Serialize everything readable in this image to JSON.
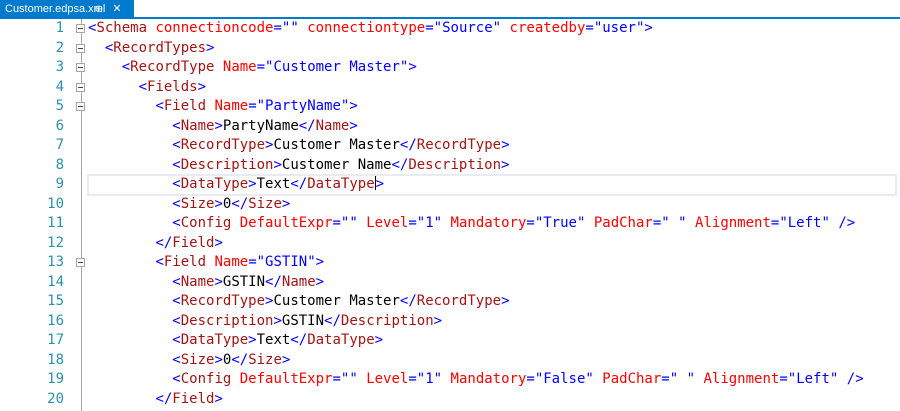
{
  "tab": {
    "title": "Customer.edpsa.xml",
    "pin_glyph": "⊕",
    "close_glyph": "✕"
  },
  "editor": {
    "lines": [
      {
        "n": "1",
        "fold": true,
        "tokens": [
          [
            "delim",
            "<"
          ],
          [
            "tag",
            "Schema"
          ],
          [
            "text",
            " "
          ],
          [
            "attr",
            "connectioncode"
          ],
          [
            "delim",
            "="
          ],
          [
            "val",
            "\"\""
          ],
          [
            "text",
            " "
          ],
          [
            "attr",
            "connectiontype"
          ],
          [
            "delim",
            "="
          ],
          [
            "val",
            "\"Source\""
          ],
          [
            "text",
            " "
          ],
          [
            "attr",
            "createdby"
          ],
          [
            "delim",
            "="
          ],
          [
            "val",
            "\"user\""
          ],
          [
            "delim",
            ">"
          ]
        ]
      },
      {
        "n": "2",
        "fold": true,
        "tokens": [
          [
            "text",
            "  "
          ],
          [
            "delim",
            "<"
          ],
          [
            "tag",
            "RecordTypes"
          ],
          [
            "delim",
            ">"
          ]
        ]
      },
      {
        "n": "3",
        "fold": true,
        "tokens": [
          [
            "text",
            "    "
          ],
          [
            "delim",
            "<"
          ],
          [
            "tag",
            "RecordType"
          ],
          [
            "text",
            " "
          ],
          [
            "attr",
            "Name"
          ],
          [
            "delim",
            "="
          ],
          [
            "val",
            "\"Customer Master\""
          ],
          [
            "delim",
            ">"
          ]
        ]
      },
      {
        "n": "4",
        "fold": true,
        "tokens": [
          [
            "text",
            "      "
          ],
          [
            "delim",
            "<"
          ],
          [
            "tag",
            "Fields"
          ],
          [
            "delim",
            ">"
          ]
        ]
      },
      {
        "n": "5",
        "fold": true,
        "tokens": [
          [
            "text",
            "        "
          ],
          [
            "delim",
            "<"
          ],
          [
            "tag",
            "Field"
          ],
          [
            "text",
            " "
          ],
          [
            "attr",
            "Name"
          ],
          [
            "delim",
            "="
          ],
          [
            "val",
            "\"PartyName\""
          ],
          [
            "delim",
            ">"
          ]
        ]
      },
      {
        "n": "6",
        "fold": false,
        "tokens": [
          [
            "text",
            "          "
          ],
          [
            "delim",
            "<"
          ],
          [
            "tag",
            "Name"
          ],
          [
            "delim",
            ">"
          ],
          [
            "text",
            "PartyName"
          ],
          [
            "delim",
            "</"
          ],
          [
            "tag",
            "Name"
          ],
          [
            "delim",
            ">"
          ]
        ]
      },
      {
        "n": "7",
        "fold": false,
        "tokens": [
          [
            "text",
            "          "
          ],
          [
            "delim",
            "<"
          ],
          [
            "tag",
            "RecordType"
          ],
          [
            "delim",
            ">"
          ],
          [
            "text",
            "Customer Master"
          ],
          [
            "delim",
            "</"
          ],
          [
            "tag",
            "RecordType"
          ],
          [
            "delim",
            ">"
          ]
        ]
      },
      {
        "n": "8",
        "fold": false,
        "tokens": [
          [
            "text",
            "          "
          ],
          [
            "delim",
            "<"
          ],
          [
            "tag",
            "Description"
          ],
          [
            "delim",
            ">"
          ],
          [
            "text",
            "Customer Name"
          ],
          [
            "delim",
            "</"
          ],
          [
            "tag",
            "Description"
          ],
          [
            "delim",
            ">"
          ]
        ]
      },
      {
        "n": "9",
        "fold": false,
        "caret": true,
        "tokens": [
          [
            "text",
            "          "
          ],
          [
            "delim",
            "<"
          ],
          [
            "tag",
            "DataType"
          ],
          [
            "delim",
            ">"
          ],
          [
            "text",
            "Text"
          ],
          [
            "delim",
            "</"
          ],
          [
            "tag",
            "DataType"
          ],
          [
            "caret",
            ""
          ],
          [
            "delim",
            ">"
          ]
        ]
      },
      {
        "n": "10",
        "fold": false,
        "tokens": [
          [
            "text",
            "          "
          ],
          [
            "delim",
            "<"
          ],
          [
            "tag",
            "Size"
          ],
          [
            "delim",
            ">"
          ],
          [
            "text",
            "0"
          ],
          [
            "delim",
            "</"
          ],
          [
            "tag",
            "Size"
          ],
          [
            "delim",
            ">"
          ]
        ]
      },
      {
        "n": "11",
        "fold": false,
        "tokens": [
          [
            "text",
            "          "
          ],
          [
            "delim",
            "<"
          ],
          [
            "tag",
            "Config"
          ],
          [
            "text",
            " "
          ],
          [
            "attr",
            "DefaultExpr"
          ],
          [
            "delim",
            "="
          ],
          [
            "val",
            "\"\""
          ],
          [
            "text",
            " "
          ],
          [
            "attr",
            "Level"
          ],
          [
            "delim",
            "="
          ],
          [
            "val",
            "\"1\""
          ],
          [
            "text",
            " "
          ],
          [
            "attr",
            "Mandatory"
          ],
          [
            "delim",
            "="
          ],
          [
            "val",
            "\"True\""
          ],
          [
            "text",
            " "
          ],
          [
            "attr",
            "PadChar"
          ],
          [
            "delim",
            "="
          ],
          [
            "val",
            "\" \""
          ],
          [
            "text",
            " "
          ],
          [
            "attr",
            "Alignment"
          ],
          [
            "delim",
            "="
          ],
          [
            "val",
            "\"Left\""
          ],
          [
            "text",
            " "
          ],
          [
            "delim",
            "/>"
          ]
        ]
      },
      {
        "n": "12",
        "fold": false,
        "tokens": [
          [
            "text",
            "        "
          ],
          [
            "delim",
            "</"
          ],
          [
            "tag",
            "Field"
          ],
          [
            "delim",
            ">"
          ]
        ]
      },
      {
        "n": "13",
        "fold": true,
        "tokens": [
          [
            "text",
            "        "
          ],
          [
            "delim",
            "<"
          ],
          [
            "tag",
            "Field"
          ],
          [
            "text",
            " "
          ],
          [
            "attr",
            "Name"
          ],
          [
            "delim",
            "="
          ],
          [
            "val",
            "\"GSTIN\""
          ],
          [
            "delim",
            ">"
          ]
        ]
      },
      {
        "n": "14",
        "fold": false,
        "tokens": [
          [
            "text",
            "          "
          ],
          [
            "delim",
            "<"
          ],
          [
            "tag",
            "Name"
          ],
          [
            "delim",
            ">"
          ],
          [
            "text",
            "GSTIN"
          ],
          [
            "delim",
            "</"
          ],
          [
            "tag",
            "Name"
          ],
          [
            "delim",
            ">"
          ]
        ]
      },
      {
        "n": "15",
        "fold": false,
        "tokens": [
          [
            "text",
            "          "
          ],
          [
            "delim",
            "<"
          ],
          [
            "tag",
            "RecordType"
          ],
          [
            "delim",
            ">"
          ],
          [
            "text",
            "Customer Master"
          ],
          [
            "delim",
            "</"
          ],
          [
            "tag",
            "RecordType"
          ],
          [
            "delim",
            ">"
          ]
        ]
      },
      {
        "n": "16",
        "fold": false,
        "tokens": [
          [
            "text",
            "          "
          ],
          [
            "delim",
            "<"
          ],
          [
            "tag",
            "Description"
          ],
          [
            "delim",
            ">"
          ],
          [
            "text",
            "GSTIN"
          ],
          [
            "delim",
            "</"
          ],
          [
            "tag",
            "Description"
          ],
          [
            "delim",
            ">"
          ]
        ]
      },
      {
        "n": "17",
        "fold": false,
        "tokens": [
          [
            "text",
            "          "
          ],
          [
            "delim",
            "<"
          ],
          [
            "tag",
            "DataType"
          ],
          [
            "delim",
            ">"
          ],
          [
            "text",
            "Text"
          ],
          [
            "delim",
            "</"
          ],
          [
            "tag",
            "DataType"
          ],
          [
            "delim",
            ">"
          ]
        ]
      },
      {
        "n": "18",
        "fold": false,
        "tokens": [
          [
            "text",
            "          "
          ],
          [
            "delim",
            "<"
          ],
          [
            "tag",
            "Size"
          ],
          [
            "delim",
            ">"
          ],
          [
            "text",
            "0"
          ],
          [
            "delim",
            "</"
          ],
          [
            "tag",
            "Size"
          ],
          [
            "delim",
            ">"
          ]
        ]
      },
      {
        "n": "19",
        "fold": false,
        "tokens": [
          [
            "text",
            "          "
          ],
          [
            "delim",
            "<"
          ],
          [
            "tag",
            "Config"
          ],
          [
            "text",
            " "
          ],
          [
            "attr",
            "DefaultExpr"
          ],
          [
            "delim",
            "="
          ],
          [
            "val",
            "\"\""
          ],
          [
            "text",
            " "
          ],
          [
            "attr",
            "Level"
          ],
          [
            "delim",
            "="
          ],
          [
            "val",
            "\"1\""
          ],
          [
            "text",
            " "
          ],
          [
            "attr",
            "Mandatory"
          ],
          [
            "delim",
            "="
          ],
          [
            "val",
            "\"False\""
          ],
          [
            "text",
            " "
          ],
          [
            "attr",
            "PadChar"
          ],
          [
            "delim",
            "="
          ],
          [
            "val",
            "\" \""
          ],
          [
            "text",
            " "
          ],
          [
            "attr",
            "Alignment"
          ],
          [
            "delim",
            "="
          ],
          [
            "val",
            "\"Left\""
          ],
          [
            "text",
            " "
          ],
          [
            "delim",
            "/>"
          ]
        ]
      },
      {
        "n": "20",
        "fold": false,
        "tokens": [
          [
            "text",
            "        "
          ],
          [
            "delim",
            "</"
          ],
          [
            "tag",
            "Field"
          ],
          [
            "delim",
            ">"
          ]
        ]
      }
    ]
  },
  "colors": {
    "tab_accent": "#007acc",
    "line_number": "#2b91af",
    "xml_delimiter": "#0000ff",
    "xml_tag": "#a31515",
    "xml_attribute": "#ff0000",
    "xml_value": "#0000ff",
    "xml_text": "#000000"
  }
}
